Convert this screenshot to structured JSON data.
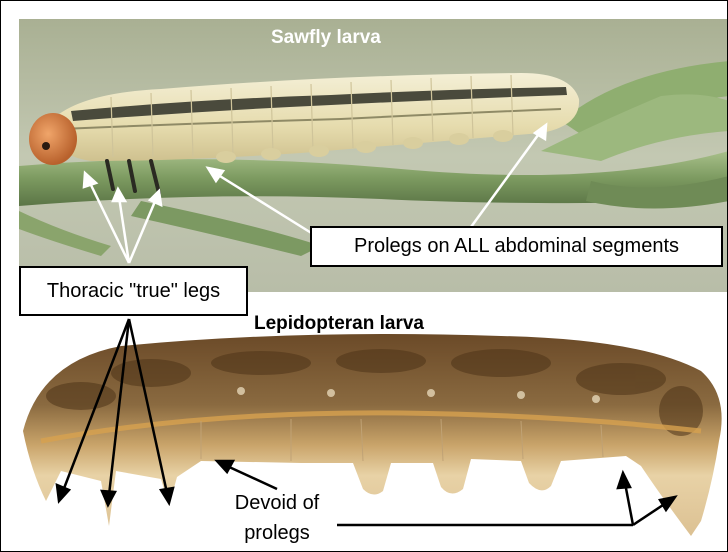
{
  "labels": {
    "sawfly_title": "Sawfly larva",
    "lepidopteran_title": "Lepidopteran larva",
    "prolegs_all": "Prolegs on ALL abdominal segments",
    "thoracic_legs": "Thoracic \"true\" legs",
    "devoid_line1": "Devoid of",
    "devoid_line2": "prolegs"
  },
  "colors": {
    "top_background": "#b9bfa8",
    "stem": "#7e9a62",
    "sawfly_body": "#ece5bf",
    "sawfly_stripe": "#4a4a3c",
    "sawfly_head": "#d9834a",
    "lepi_back": "#7a5630",
    "lepi_belly": "#e4c99a",
    "arrow": "#ffffff"
  }
}
